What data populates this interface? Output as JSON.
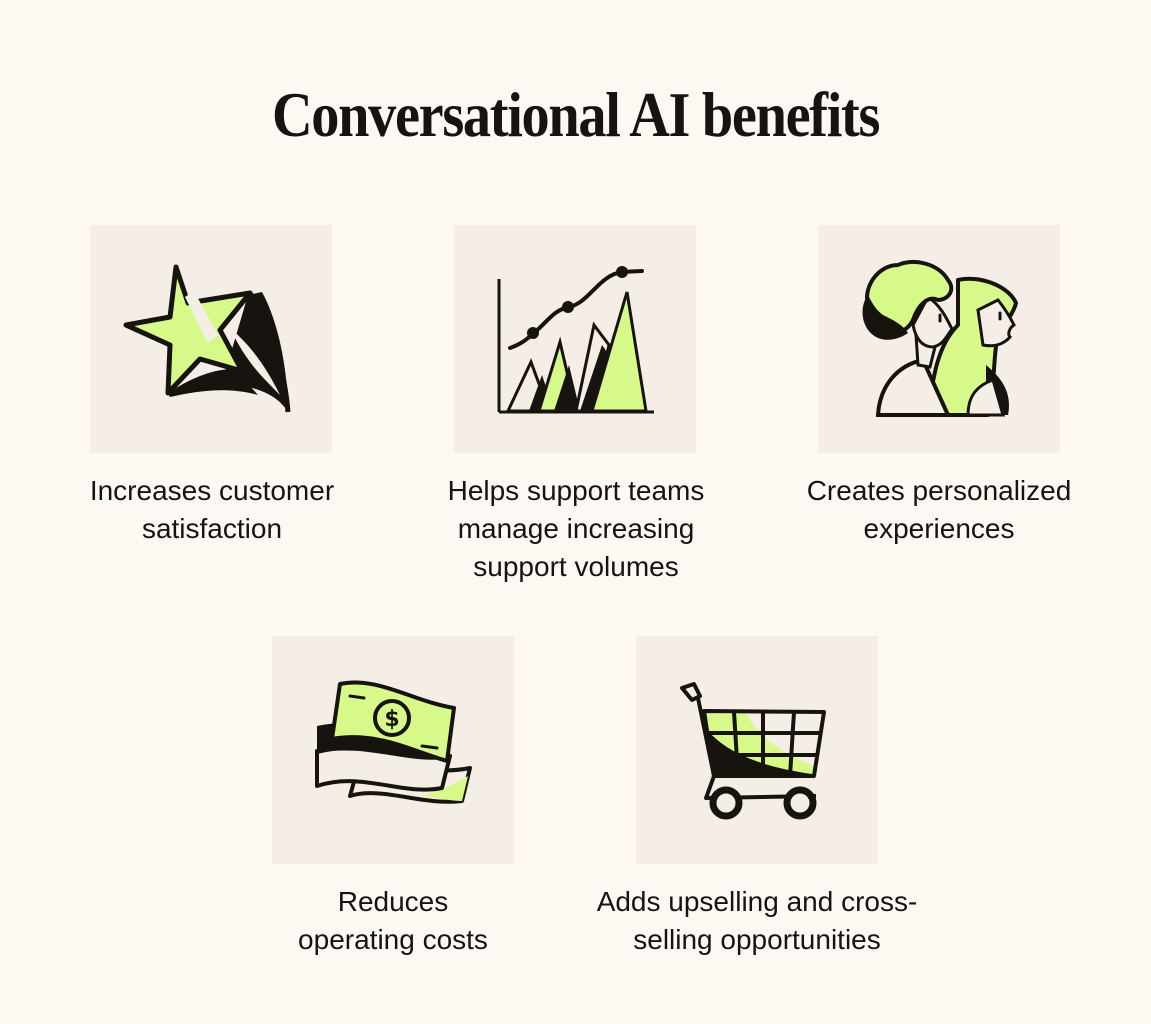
{
  "title": "Conversational AI benefits",
  "colors": {
    "background": "#FDF9F2",
    "card": "#F5EEE6",
    "accent": "#D7F98A",
    "ink": "#17140F"
  },
  "benefits": [
    {
      "icon": "shooting-star-icon",
      "line1": "Increases customer",
      "line2": "satisfaction",
      "line3": ""
    },
    {
      "icon": "growth-chart-icon",
      "line1": "Helps support teams",
      "line2": "manage increasing",
      "line3": "support volumes"
    },
    {
      "icon": "two-people-icon",
      "line1": "Creates personalized",
      "line2": "experiences",
      "line3": ""
    },
    {
      "icon": "money-bills-icon",
      "line1": "Reduces",
      "line2": "operating costs",
      "line3": ""
    },
    {
      "icon": "shopping-cart-icon",
      "line1": "Adds upselling and cross-",
      "line2": "selling opportunities",
      "line3": ""
    }
  ]
}
